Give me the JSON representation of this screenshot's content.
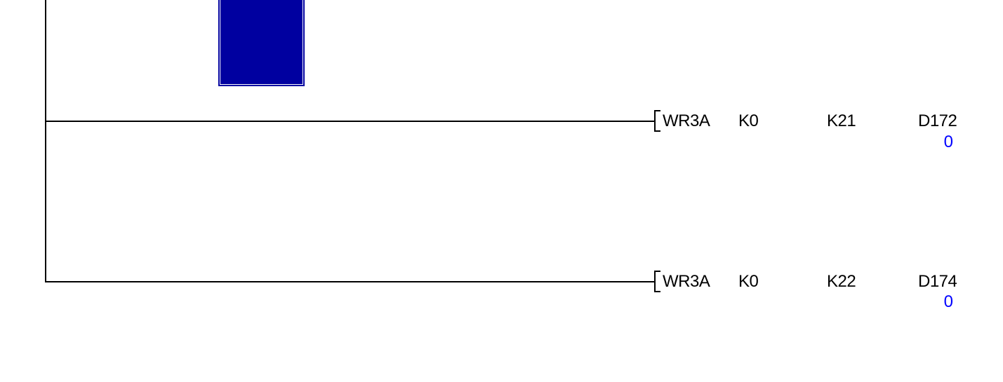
{
  "editor": {
    "background_color": "#ffffff",
    "line_color": "#000000",
    "cursor": {
      "name": "selection-cursor-cell",
      "color": "#0000a0",
      "inner_outline_color": "#ffffff"
    },
    "monitor_value_color": "#0000ff",
    "rungs": [
      {
        "instruction": "WR3A",
        "operands": [
          "K0",
          "K21",
          "D172"
        ],
        "monitor_value": "0"
      },
      {
        "instruction": "WR3A",
        "operands": [
          "K0",
          "K22",
          "D174"
        ],
        "monitor_value": "0"
      }
    ]
  }
}
